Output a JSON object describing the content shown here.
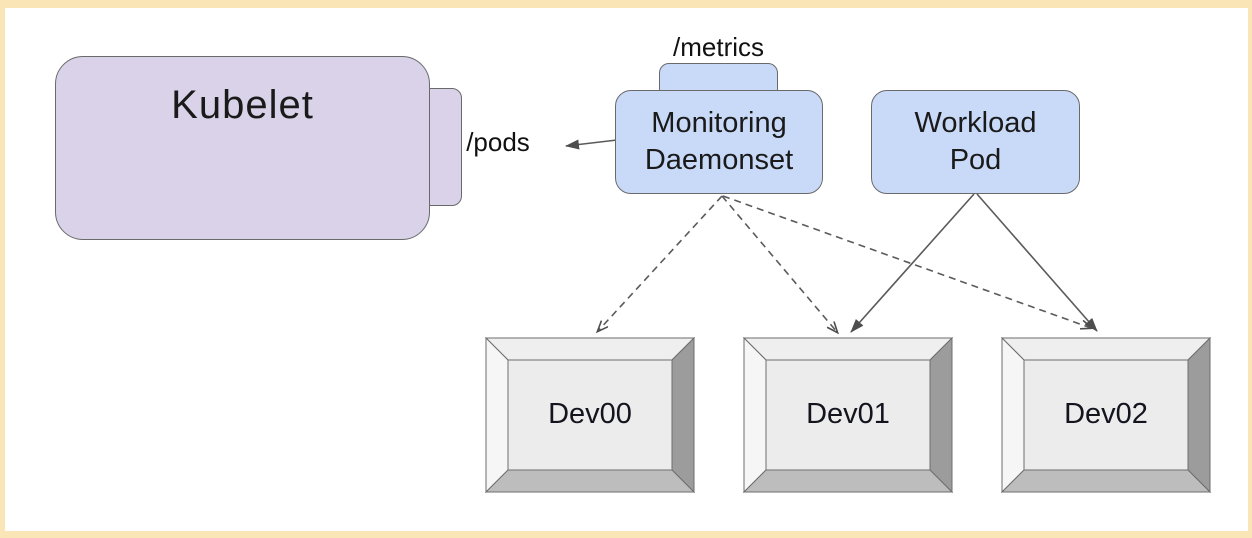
{
  "diagram": {
    "nodes": {
      "kubelet": {
        "label": "Kubelet",
        "fill": "#d9d2e9"
      },
      "monitoring_daemonset": {
        "lines": [
          "Monitoring",
          "Daemonset"
        ],
        "fill": "#c9daf8"
      },
      "workload_pod": {
        "lines": [
          "Workload",
          "Pod"
        ],
        "fill": "#c9daf8"
      },
      "devices": [
        {
          "label": "Dev00"
        },
        {
          "label": "Dev01"
        },
        {
          "label": "Dev02"
        }
      ]
    },
    "endpoint_labels": {
      "metrics": "/metrics",
      "pods": "/pods"
    },
    "edges": [
      {
        "from": "monitoring-daemonset",
        "to": "pods-endpoint",
        "style": "solid-arrow"
      },
      {
        "from": "monitoring-daemonset",
        "to": "dev00",
        "style": "dashed-arrow"
      },
      {
        "from": "monitoring-daemonset",
        "to": "dev01",
        "style": "dashed-arrow"
      },
      {
        "from": "monitoring-daemonset",
        "to": "dev02",
        "style": "dashed-arrow"
      },
      {
        "from": "workload-pod",
        "to": "dev01",
        "style": "solid-arrow"
      },
      {
        "from": "workload-pod",
        "to": "dev02",
        "style": "solid-arrow"
      }
    ],
    "colors": {
      "frame_border": "#f9e5b6",
      "canvas_background": "#ffffff",
      "purple_node_fill": "#d9d2e9",
      "blue_node_fill": "#c9daf8",
      "node_border": "#6a6a6a",
      "arrow_line": "#5a5a5a",
      "device_face": "#ececec",
      "device_bevel_dark": "#9c9c9c",
      "device_bevel_bottom": "#bdbdbd",
      "device_bevel_light": "#f3f3f3"
    }
  }
}
